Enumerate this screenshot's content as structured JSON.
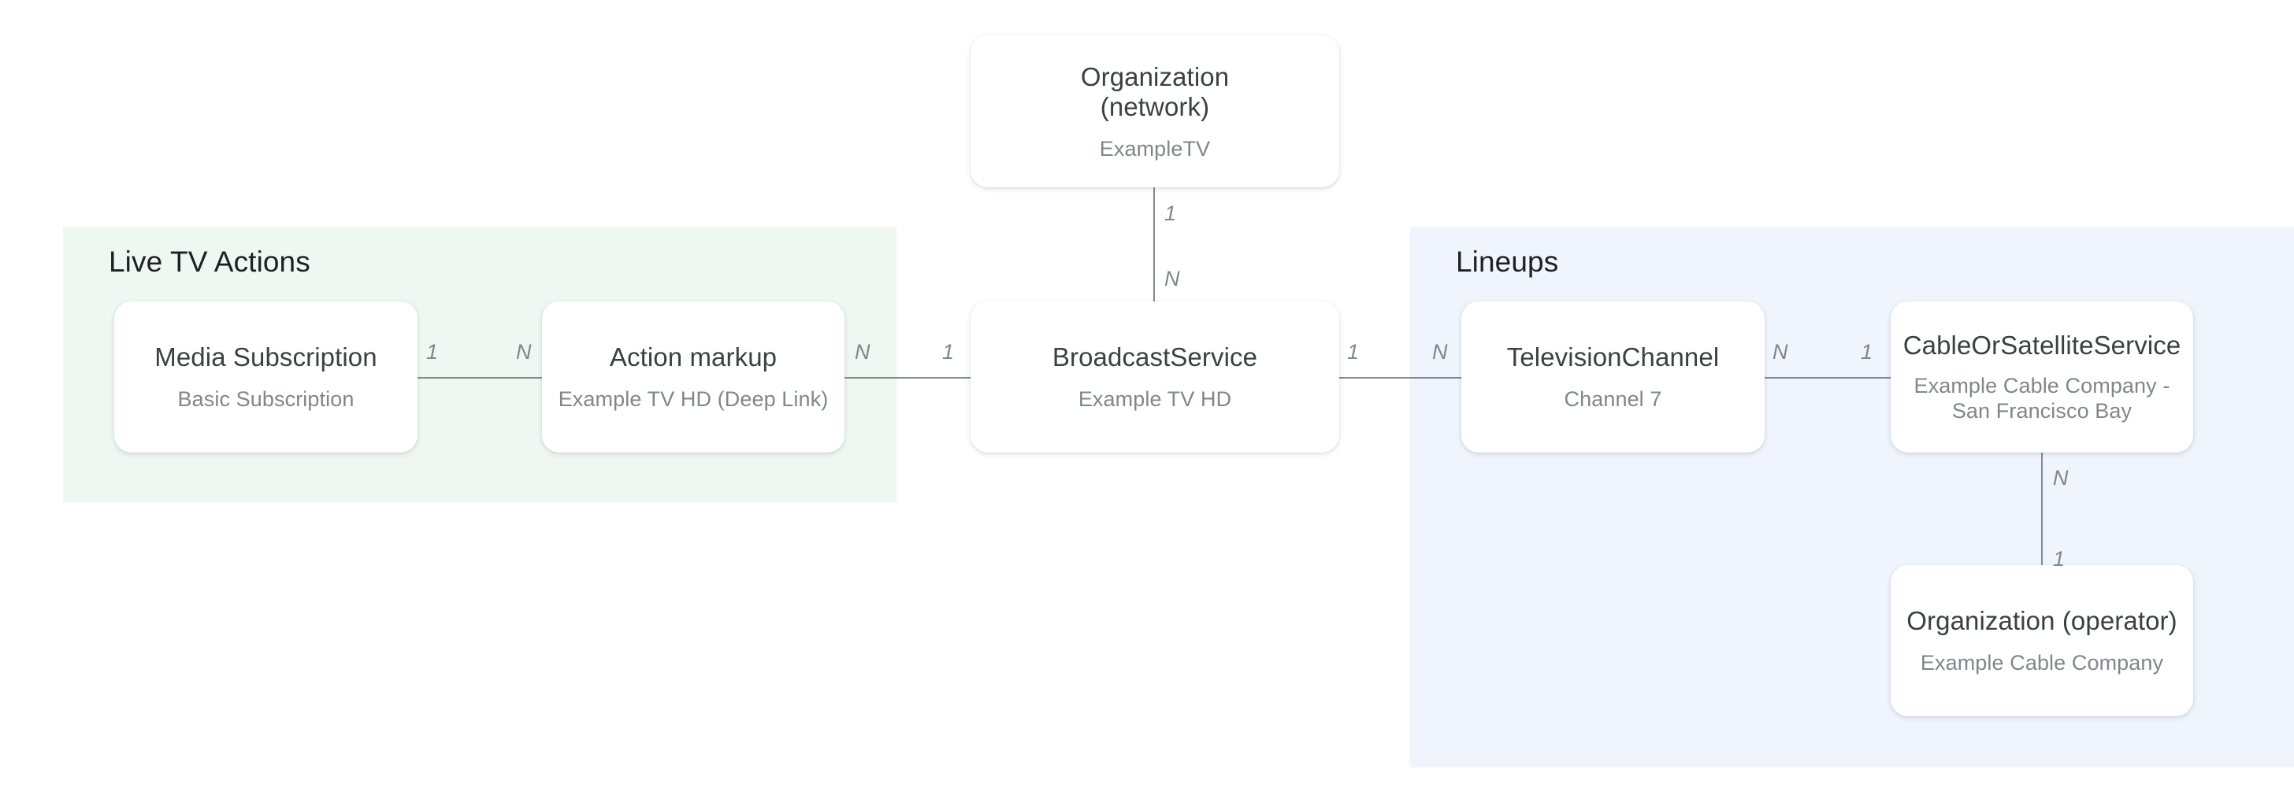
{
  "diagram": {
    "type": "entity-relationship",
    "background": "#ffffff",
    "groups": [
      {
        "id": "live-tv-actions",
        "title": "Live TV Actions",
        "color": "#eef7f1"
      },
      {
        "id": "lineups",
        "title": "Lineups",
        "color": "#eff4fd"
      }
    ],
    "nodes": [
      {
        "id": "org-network",
        "title": "Organization\n(network)",
        "title_line1": "Organization",
        "title_line2": "(network)",
        "subtitle": "ExampleTV"
      },
      {
        "id": "media-subscription",
        "title": "Media Subscription",
        "subtitle": "Basic Subscription",
        "group": "live-tv-actions"
      },
      {
        "id": "action-markup",
        "title": "Action markup",
        "subtitle": "Example TV HD (Deep Link)",
        "group": "live-tv-actions"
      },
      {
        "id": "broadcast-service",
        "title": "BroadcastService",
        "subtitle": "Example TV HD"
      },
      {
        "id": "television-channel",
        "title": "TelevisionChannel",
        "subtitle": "Channel 7",
        "group": "lineups"
      },
      {
        "id": "cable-or-satellite-service",
        "title": "CableOrSatelliteService",
        "subtitle_line1": "Example Cable Company -",
        "subtitle_line2": "San Francisco Bay",
        "group": "lineups"
      },
      {
        "id": "org-operator",
        "title": "Organization (operator)",
        "subtitle": "Example Cable Company",
        "group": "lineups"
      }
    ],
    "edges": [
      {
        "id": "org-network-to-broadcast-service",
        "from": "org-network",
        "to": "broadcast-service",
        "orientation": "vertical",
        "from_cardinality": "1",
        "to_cardinality": "N"
      },
      {
        "id": "media-subscription-to-action-markup",
        "from": "media-subscription",
        "to": "action-markup",
        "orientation": "horizontal",
        "from_cardinality": "1",
        "to_cardinality": "N"
      },
      {
        "id": "action-markup-to-broadcast-service",
        "from": "action-markup",
        "to": "broadcast-service",
        "orientation": "horizontal",
        "from_cardinality": "N",
        "to_cardinality": "1"
      },
      {
        "id": "broadcast-service-to-television-channel",
        "from": "broadcast-service",
        "to": "television-channel",
        "orientation": "horizontal",
        "from_cardinality": "1",
        "to_cardinality": "N"
      },
      {
        "id": "television-channel-to-cable-or-satellite-service",
        "from": "television-channel",
        "to": "cable-or-satellite-service",
        "orientation": "horizontal",
        "from_cardinality": "N",
        "to_cardinality": "1"
      },
      {
        "id": "cable-or-satellite-service-to-org-operator",
        "from": "cable-or-satellite-service",
        "to": "org-operator",
        "orientation": "vertical",
        "from_cardinality": "N",
        "to_cardinality": "1"
      }
    ],
    "colors": {
      "node_background": "#ffffff",
      "node_title_text": "#3c4043",
      "node_subtitle_text": "#80868b",
      "group_title_text": "#1f2023",
      "edge_line": "#868a8e",
      "cardinality_text": "#80868b"
    }
  }
}
